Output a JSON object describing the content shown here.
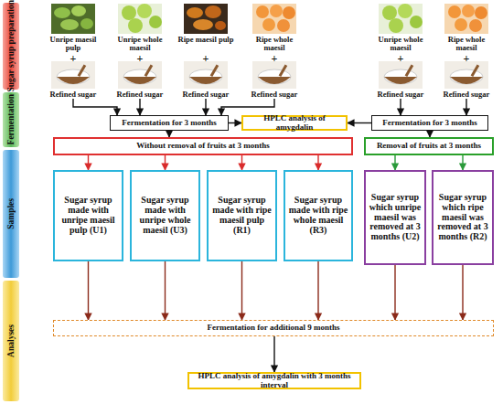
{
  "diagram": {
    "nodes": [
      {
        "text": [
          "Sugar syrup preparation"
        ]
      },
      {
        "text": [
          "Fermentation"
        ]
      },
      {
        "text": [
          "Samples"
        ]
      },
      {
        "text": [
          "Analyses"
        ]
      },
      {
        "text": [
          "Unripe maesil pulp",
          "+",
          "Refined sugar"
        ]
      },
      {
        "text": [
          "Unripe whole maesil",
          "+",
          "Refined sugar"
        ]
      },
      {
        "text": [
          "Ripe maesil pulp",
          "+",
          "Refined sugar"
        ]
      },
      {
        "text": [
          "Ripe whole maesil",
          "+",
          "Refined sugar"
        ]
      },
      {
        "text": [
          "Unripe whole maesil",
          "+",
          "Refined sugar"
        ]
      },
      {
        "text": [
          "Ripe whole maesil",
          "+",
          "Refined sugar"
        ]
      },
      {
        "text": [
          "Fermentation for 3 months"
        ]
      },
      {
        "text": [
          "HPLC analysis of amygdalin"
        ]
      },
      {
        "text": [
          "Fermentation for 3 months"
        ]
      },
      {
        "text": [
          "Without removal of fruits at 3 months"
        ]
      },
      {
        "text": [
          "Removal of fruits at 3 months"
        ]
      },
      {
        "text": [
          "Sugar syrup made with unripe maesil pulp (U1)"
        ]
      },
      {
        "text": [
          "Sugar syrup made with unripe whole maesil (U3)"
        ]
      },
      {
        "text": [
          "Sugar syrup made with ripe maesil pulp (R1)"
        ]
      },
      {
        "text": [
          "Sugar syrup made with ripe whole maesil (R3)"
        ]
      },
      {
        "text": [
          "Sugar syrup which unripe maesil was removed at 3 months (U2)"
        ]
      },
      {
        "text": [
          "Sugar syrup which ripe maesil was removed at 3 months (R2)"
        ]
      },
      {
        "text": [
          "Fermentation for additional 9 months"
        ]
      },
      {
        "text": [
          "HPLC analysis of amygdalin with 3 months interval"
        ]
      }
    ],
    "edges": [
      {
        "from": 4,
        "to": 10,
        "arrow": "to"
      },
      {
        "from": 5,
        "to": 10,
        "arrow": "to"
      },
      {
        "from": 6,
        "to": 10,
        "arrow": "to"
      },
      {
        "from": 7,
        "to": 10,
        "arrow": "to"
      },
      {
        "from": 8,
        "to": 12,
        "arrow": "to"
      },
      {
        "from": 9,
        "to": 12,
        "arrow": "to"
      },
      {
        "from": 10,
        "to": 11,
        "arrow": "to"
      },
      {
        "from": 12,
        "to": 11,
        "arrow": "to"
      },
      {
        "from": 10,
        "to": 13,
        "arrow": "to"
      },
      {
        "from": 12,
        "to": 14,
        "arrow": "to"
      },
      {
        "from": 13,
        "to": 15,
        "arrow": "to"
      },
      {
        "from": 13,
        "to": 16,
        "arrow": "to"
      },
      {
        "from": 13,
        "to": 17,
        "arrow": "to"
      },
      {
        "from": 13,
        "to": 18,
        "arrow": "to"
      },
      {
        "from": 14,
        "to": 19,
        "arrow": "to"
      },
      {
        "from": 14,
        "to": 20,
        "arrow": "to"
      },
      {
        "from": 15,
        "to": 21,
        "arrow": "to"
      },
      {
        "from": 16,
        "to": 21,
        "arrow": "to"
      },
      {
        "from": 17,
        "to": 21,
        "arrow": "to"
      },
      {
        "from": 18,
        "to": 21,
        "arrow": "to"
      },
      {
        "from": 19,
        "to": 21,
        "arrow": "to"
      },
      {
        "from": 20,
        "to": 21,
        "arrow": "to"
      },
      {
        "from": 21,
        "to": 22,
        "arrow": "to"
      }
    ]
  }
}
